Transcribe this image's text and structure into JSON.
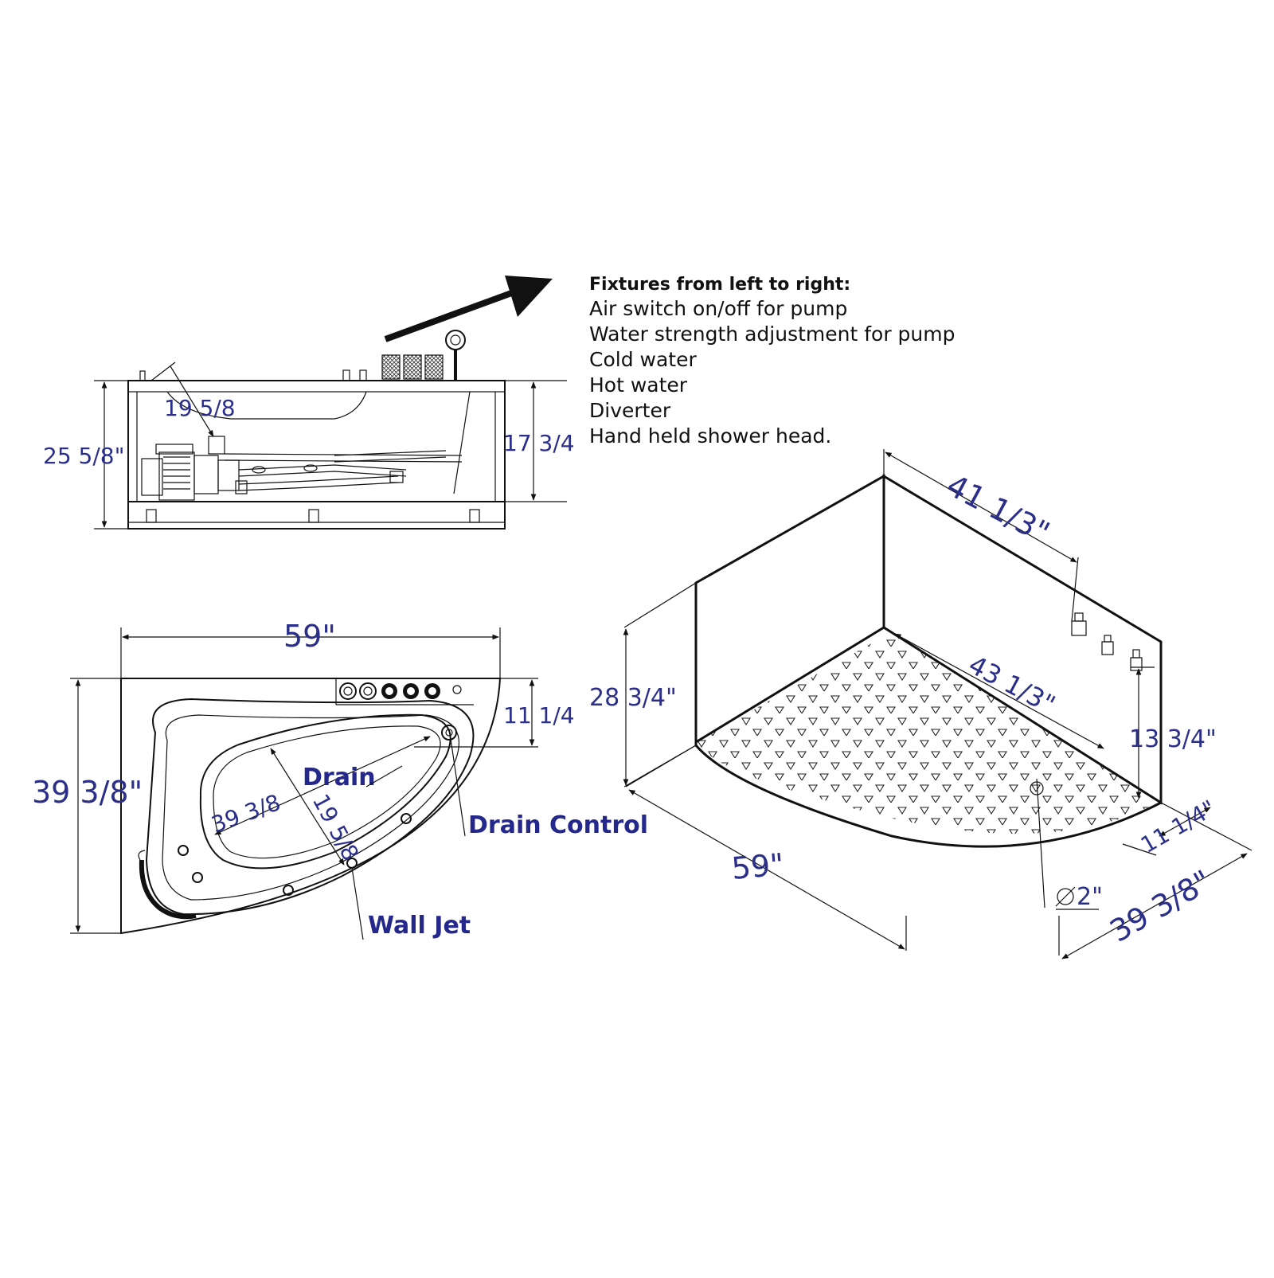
{
  "notes": {
    "title": "Fixtures from left to right:",
    "items": [
      "Air switch on/off for pump",
      "Water strength adjustment for pump",
      "Cold water",
      "Hot water",
      "Diverter",
      "Hand held shower head."
    ]
  },
  "side_view": {
    "height_total": "25 5/8\"",
    "height_rim": "17 3/4",
    "depth": "19 5/8"
  },
  "top_view": {
    "width": "59\"",
    "depth": "39 3/8\"",
    "deck_width": "11 1/4",
    "inner_length": "39 3/8",
    "inner_depth": "19 5/8",
    "labels": {
      "drain": "Drain",
      "drain_control": "Drain Control",
      "wall_jet": "Wall Jet"
    }
  },
  "iso_view": {
    "wall_length": "41 1/3\"",
    "inner_length": "43 1/3\"",
    "wall_height": "28 3/4\"",
    "valve_height": "13 3/4\"",
    "front_width": "59\"",
    "side_depth": "39 3/8\"",
    "deck": "11 1/4\"",
    "drain_diameter": "2\""
  },
  "colors": {
    "dimension_text": "#2b2f8a",
    "label_text": "#23288a",
    "lines": "#111111"
  }
}
